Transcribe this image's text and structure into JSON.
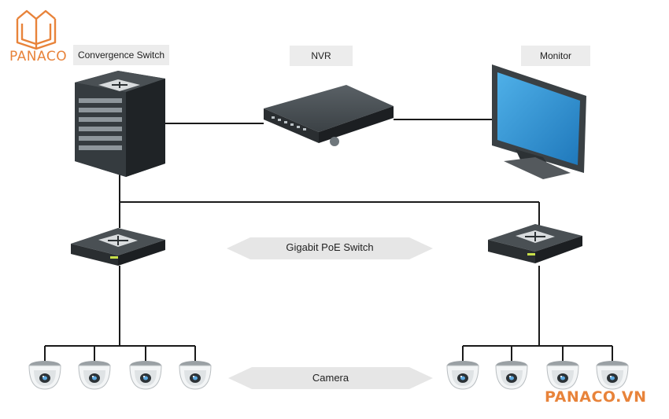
{
  "brand": {
    "logo_text": "PANACO",
    "watermark": "PANACO.VN",
    "color": "#e8833a"
  },
  "labels": {
    "convergence_switch": "Convergence Switch",
    "nvr": "NVR",
    "monitor": "Monitor",
    "poe_switch": "Gigabit PoE Switch",
    "camera": "Camera"
  },
  "colors": {
    "line": "#1a1a1a",
    "device_dark": "#2f3437",
    "device_top": "#4a5054",
    "label_bg": "#ececec",
    "arrow_bg": "#e6e6e6",
    "screen": "#2f8ecf",
    "accent_led": "#c8e04a"
  },
  "icons": [
    "book-logo-icon",
    "convergence-switch-icon",
    "nvr-icon",
    "monitor-icon",
    "poe-switch-icon",
    "dome-camera-icon"
  ]
}
